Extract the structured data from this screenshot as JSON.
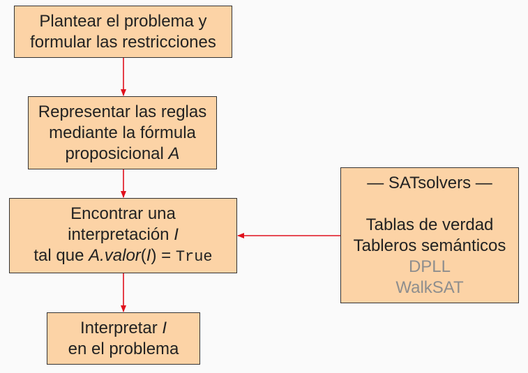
{
  "box1": {
    "line1": "Plantear el problema y",
    "line2": "formular las restricciones"
  },
  "box2": {
    "line1": "Representar las reglas",
    "line2": "mediante la fórmula",
    "line3_prefix": "proposicional ",
    "line3_var": "A"
  },
  "box3": {
    "line1": "Encontrar una",
    "line2_prefix": "interpretación ",
    "line2_var": "I",
    "line3_prefix": "tal que ",
    "line3_expr_a": "A.valor",
    "line3_paren_open": "(",
    "line3_var": "I",
    "line3_paren_close": ") = ",
    "line3_value": "True"
  },
  "box4": {
    "line1_prefix": "Interpretar ",
    "line1_var": "I",
    "line2": "en el problema"
  },
  "box5": {
    "title": "— SATsolvers —",
    "items": [
      "Tablas de verdad",
      "Tableros semánticos",
      "DPLL",
      "WalkSAT"
    ]
  },
  "colors": {
    "box_fill": "#fcd3a6",
    "arrow": "#e0101c",
    "muted_text": "#8e8e8e"
  }
}
